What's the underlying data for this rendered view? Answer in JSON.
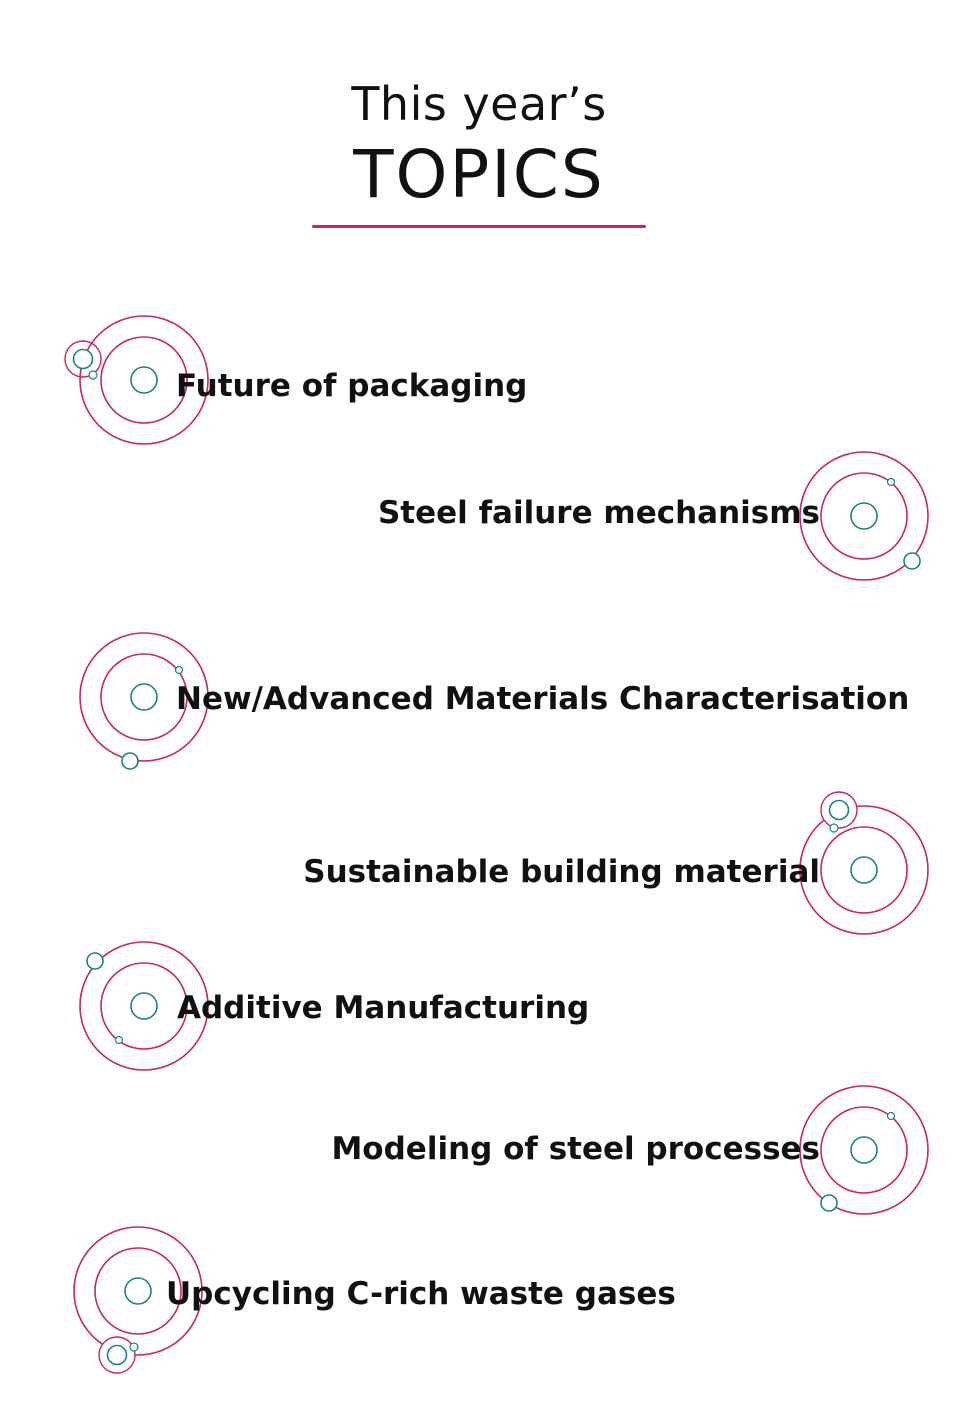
{
  "header": {
    "subtitle": "This year’s",
    "title": "TOPICS"
  },
  "colors": {
    "accent_magenta": "#c8246e",
    "accent_teal": "#1a8288",
    "text": "#111111"
  },
  "topics": [
    {
      "label": "Future of packaging"
    },
    {
      "label": "Steel failure mechanisms"
    },
    {
      "label": "New/Advanced Materials Characterisation"
    },
    {
      "label": "Sustainable building material"
    },
    {
      "label": "Additive Manufacturing"
    },
    {
      "label": "Modeling of steel processes"
    },
    {
      "label": "Upcycling C-rich waste gases"
    }
  ],
  "icons": [
    "orbit-icon"
  ]
}
